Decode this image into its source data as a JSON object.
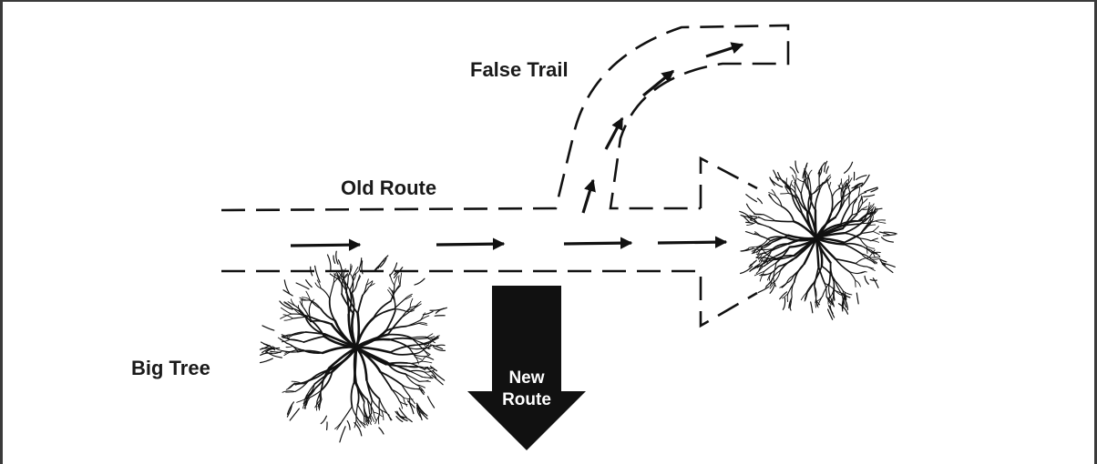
{
  "labels": {
    "false_trail": "False Trail",
    "old_route": "Old Route",
    "big_tree": "Big Tree",
    "new_route_line1": "New",
    "new_route_line2": "Route"
  },
  "colors": {
    "ink": "#111111",
    "frame": "#3a3a3a",
    "background": "#ffffff"
  }
}
